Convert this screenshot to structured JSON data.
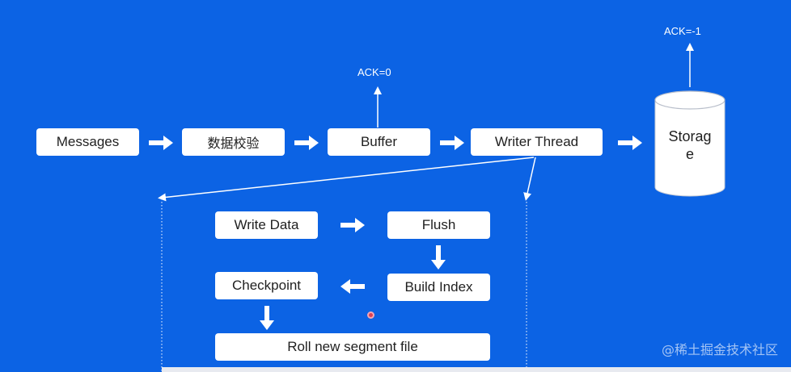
{
  "nodes": {
    "messages": "Messages",
    "validation": "数据校验",
    "buffer": "Buffer",
    "writer_thread": "Writer Thread",
    "storage_line1": "Storag",
    "storage_line2": "e",
    "write_data": "Write Data",
    "flush": "Flush",
    "build_index": "Build Index",
    "checkpoint": "Checkpoint",
    "roll_segment": "Roll new segment file"
  },
  "labels": {
    "ack_buffer": "ACK=0",
    "ack_storage": "ACK=-1"
  },
  "watermark": "@稀土掘金技术社区",
  "colors": {
    "background": "#0c63e4",
    "box": "#ffffff",
    "arrow": "#ffffff"
  }
}
